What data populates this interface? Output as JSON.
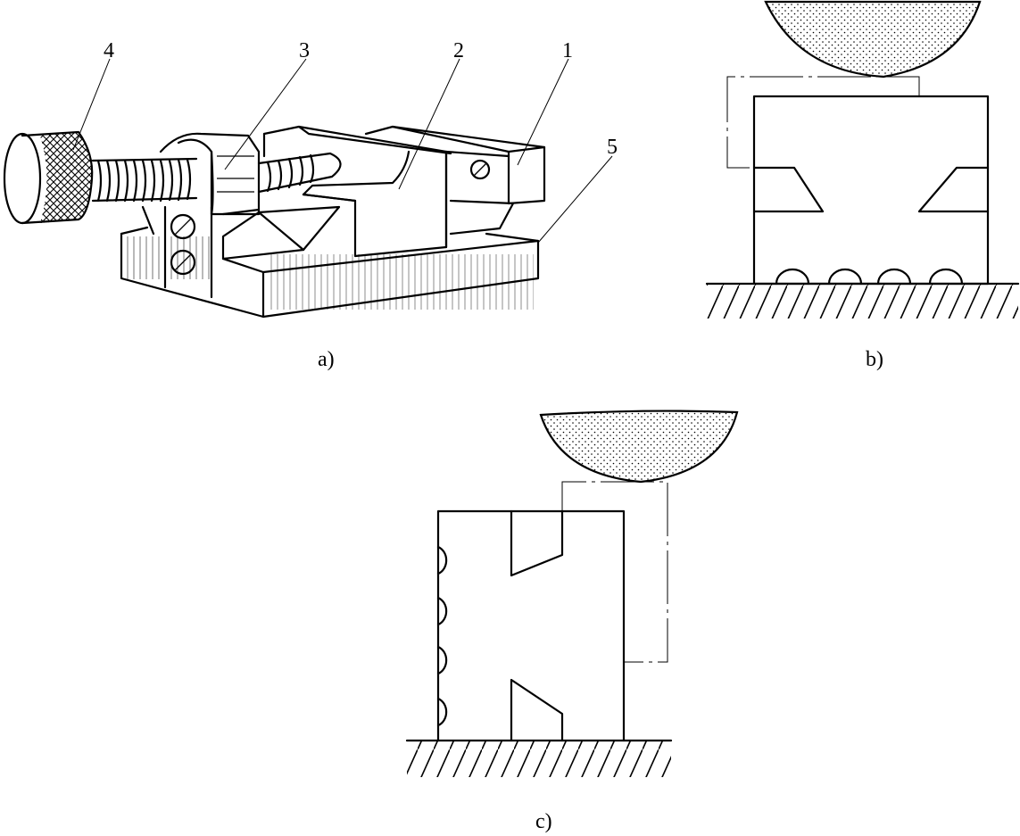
{
  "panels": {
    "a": {
      "caption": "a)"
    },
    "b": {
      "caption": "b)"
    },
    "c": {
      "caption": "c)"
    }
  },
  "part_labels": [
    "1",
    "2",
    "3",
    "4",
    "5"
  ]
}
